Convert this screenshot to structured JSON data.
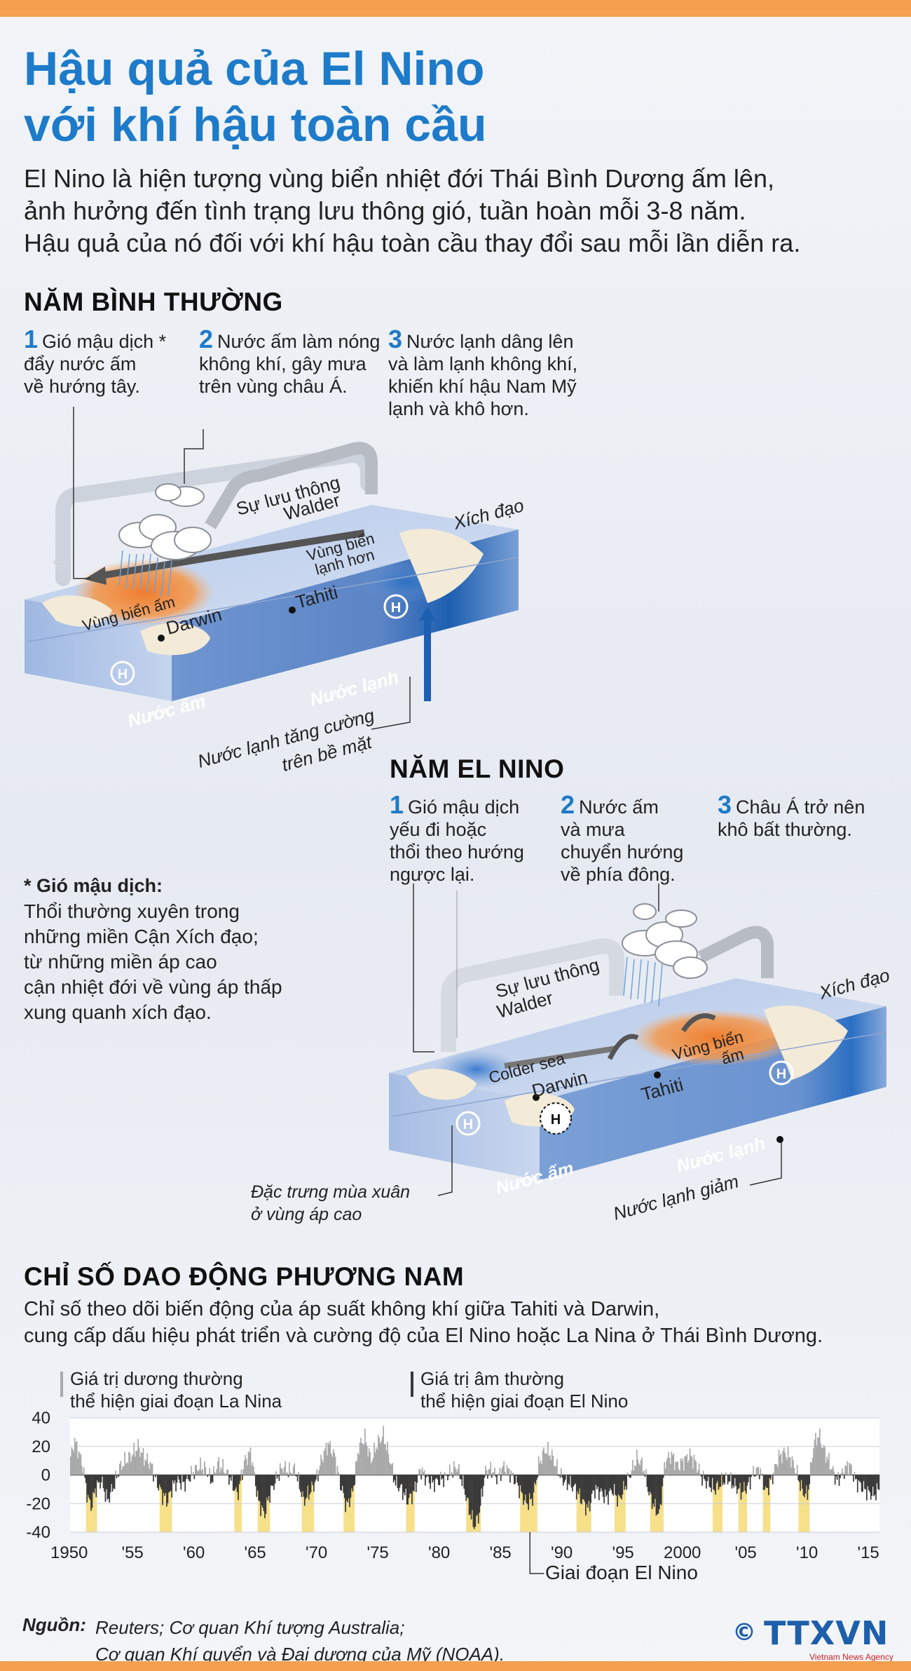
{
  "header": {
    "title_line1": "Hậu quả của El Nino",
    "title_line2": "với khí hậu toàn cầu",
    "intro": [
      "El Nino là hiện tượng vùng biển nhiệt đới Thái Bình Dương ấm lên,",
      "ảnh hưởng đến tình trạng lưu thông gió, tuần hoàn mỗi 3-8 năm.",
      "Hậu quả của nó đối với khí hậu toàn cầu thay đổi sau mỗi lần diễn ra."
    ]
  },
  "normal": {
    "title": "NĂM BÌNH THƯỜNG",
    "steps": [
      {
        "num": "1",
        "lines": [
          "Gió mậu dịch *",
          "đẩy nước ấm",
          "về hướng tây."
        ]
      },
      {
        "num": "2",
        "lines": [
          "Nước ấm làm nóng",
          "không khí, gây mưa",
          "trên vùng châu Á."
        ]
      },
      {
        "num": "3",
        "lines": [
          "Nước lạnh dâng lên",
          "và làm lạnh không khí,",
          "khiến khí hậu Nam Mỹ",
          "lạnh và khô hơn."
        ]
      }
    ],
    "labels": {
      "walker_1": "Sự lưu thông",
      "walker_2": "Walder",
      "equator": "Xích đạo",
      "cold_area_1": "Vùng biển",
      "cold_area_2": "lạnh hơn",
      "warm_area": "Vùng biển ấm",
      "darwin": "Darwin",
      "tahiti": "Tahiti",
      "warm_water": "Nước ấm",
      "cold_water": "Nước lạnh",
      "upwelling_1": "Nước lạnh tăng cường",
      "upwelling_2": "trên bề mặt",
      "high": "H"
    }
  },
  "elnino": {
    "title": "NĂM EL NINO",
    "steps": [
      {
        "num": "1",
        "lines": [
          "Gió mậu dịch",
          "yếu đi hoặc",
          "thổi theo hướng",
          "ngược lại."
        ]
      },
      {
        "num": "2",
        "lines": [
          "Nước ấm",
          "và mưa",
          "chuyển hướng",
          "về phía đông."
        ]
      },
      {
        "num": "3",
        "lines": [
          "Châu Á trở nên",
          "khô bất thường."
        ]
      }
    ],
    "labels": {
      "walker_1": "Sự lưu thông",
      "walker_2": "Walder",
      "equator": "Xích đạo",
      "colder_sea": "Colder sea",
      "warm_area_1": "Vùng biển",
      "warm_area_2": "ấm",
      "darwin": "Darwin",
      "tahiti": "Tahiti",
      "warm_water": "Nước ấm",
      "cold_water": "Nước lạnh",
      "cold_reduced": "Nước lạnh giảm",
      "spring_1": "Đặc trưng mùa xuân",
      "spring_2": "ở vùng áp cao",
      "high": "H"
    }
  },
  "footnote": {
    "title": "* Gió mậu dịch:",
    "lines": [
      "Thổi thường xuyên trong",
      "những miền Cận Xích đạo;",
      "từ những miền áp cao",
      "cận nhiệt đới về vùng áp thấp",
      "xung quanh xích đạo."
    ]
  },
  "soi": {
    "title": "CHỈ SỐ DAO ĐỘNG PHƯƠNG NAM",
    "subtitle": [
      "Chỉ số theo dõi biến động của áp suất không khí giữa Tahiti và Darwin,",
      "cung cấp dấu hiệu phát triển và cường độ của El Nino hoặc La Nina ở Thái Bình Dương."
    ],
    "legend_positive": [
      "Giá trị dương thường",
      "thể hiện giai đoạn La Nina"
    ],
    "legend_negative": [
      "Giá trị âm thường",
      "thể hiện giai đoạn El Nino"
    ],
    "elnino_label": "Giai đoạn El Nino"
  },
  "chart_data": {
    "type": "bar",
    "title": "CHỈ SỐ DAO ĐỘNG PHƯƠNG NAM",
    "ylim": [
      -40,
      40
    ],
    "xlim": [
      1950,
      2016
    ],
    "yticks": [
      40,
      20,
      0,
      -20,
      -40
    ],
    "xticks": [
      {
        "year": 1950,
        "label": "1950"
      },
      {
        "year": 1955,
        "label": "'55"
      },
      {
        "year": 1960,
        "label": "'60"
      },
      {
        "year": 1965,
        "label": "'65"
      },
      {
        "year": 1970,
        "label": "'70"
      },
      {
        "year": 1975,
        "label": "'75"
      },
      {
        "year": 1980,
        "label": "'80"
      },
      {
        "year": 1985,
        "label": "'85"
      },
      {
        "year": 1990,
        "label": "'90"
      },
      {
        "year": 1995,
        "label": "'95"
      },
      {
        "year": 2000,
        "label": "2000"
      },
      {
        "year": 2005,
        "label": "'05"
      },
      {
        "year": 2010,
        "label": "'10"
      },
      {
        "year": 2015,
        "label": "'15"
      }
    ],
    "positive_color": "#a9a9a9",
    "negative_color": "#3a3a3a",
    "elnino_band_color": "#f6e08a",
    "elnino_periods": [
      [
        1951.3,
        1952.2
      ],
      [
        1957.3,
        1958.3
      ],
      [
        1963.4,
        1964.0
      ],
      [
        1965.3,
        1966.3
      ],
      [
        1968.9,
        1969.9
      ],
      [
        1972.3,
        1973.2
      ],
      [
        1977.4,
        1978.1
      ],
      [
        1982.3,
        1983.5
      ],
      [
        1986.7,
        1988.1
      ],
      [
        1991.3,
        1992.5
      ],
      [
        1994.4,
        1995.3
      ],
      [
        1997.3,
        1998.4
      ],
      [
        2002.4,
        2003.2
      ],
      [
        2004.5,
        2005.2
      ],
      [
        2006.5,
        2007.1
      ],
      [
        2009.4,
        2010.3
      ]
    ],
    "series": [
      {
        "name": "",
        "points": [
          [
            1950.0,
            12
          ],
          [
            1950.3,
            24
          ],
          [
            1950.6,
            18
          ],
          [
            1951.0,
            6
          ],
          [
            1951.4,
            -16
          ],
          [
            1951.7,
            -22
          ],
          [
            1952.0,
            -10
          ],
          [
            1952.5,
            -4
          ],
          [
            1953.0,
            -18
          ],
          [
            1953.5,
            -8
          ],
          [
            1954.0,
            5
          ],
          [
            1954.5,
            10
          ],
          [
            1955.0,
            14
          ],
          [
            1955.5,
            20
          ],
          [
            1956.0,
            12
          ],
          [
            1956.5,
            8
          ],
          [
            1957.0,
            -4
          ],
          [
            1957.5,
            -14
          ],
          [
            1957.9,
            -18
          ],
          [
            1958.3,
            -8
          ],
          [
            1958.8,
            -4
          ],
          [
            1959.3,
            -6
          ],
          [
            1960.0,
            2
          ],
          [
            1960.5,
            6
          ],
          [
            1961.0,
            4
          ],
          [
            1961.5,
            -4
          ],
          [
            1962.0,
            8
          ],
          [
            1962.5,
            4
          ],
          [
            1963.0,
            -2
          ],
          [
            1963.6,
            -14
          ],
          [
            1964.2,
            10
          ],
          [
            1964.7,
            16
          ],
          [
            1965.3,
            -18
          ],
          [
            1965.8,
            -28
          ],
          [
            1966.2,
            -14
          ],
          [
            1966.8,
            -2
          ],
          [
            1967.3,
            6
          ],
          [
            1967.8,
            2
          ],
          [
            1968.3,
            4
          ],
          [
            1969.0,
            -18
          ],
          [
            1969.5,
            -12
          ],
          [
            1970.0,
            -4
          ],
          [
            1970.5,
            12
          ],
          [
            1971.0,
            22
          ],
          [
            1971.5,
            14
          ],
          [
            1972.0,
            -6
          ],
          [
            1972.5,
            -22
          ],
          [
            1973.0,
            -12
          ],
          [
            1973.5,
            20
          ],
          [
            1974.0,
            26
          ],
          [
            1974.5,
            10
          ],
          [
            1975.0,
            22
          ],
          [
            1975.5,
            28
          ],
          [
            1976.0,
            12
          ],
          [
            1976.5,
            -6
          ],
          [
            1977.0,
            -10
          ],
          [
            1977.5,
            -18
          ],
          [
            1978.0,
            -12
          ],
          [
            1978.5,
            4
          ],
          [
            1979.0,
            -2
          ],
          [
            1979.5,
            -6
          ],
          [
            1980.0,
            -4
          ],
          [
            1980.5,
            -2
          ],
          [
            1981.0,
            2
          ],
          [
            1981.5,
            6
          ],
          [
            1982.0,
            -6
          ],
          [
            1982.5,
            -24
          ],
          [
            1982.9,
            -36
          ],
          [
            1983.3,
            -28
          ],
          [
            1983.8,
            2
          ],
          [
            1984.3,
            4
          ],
          [
            1984.8,
            -2
          ],
          [
            1985.3,
            6
          ],
          [
            1985.8,
            2
          ],
          [
            1986.3,
            -4
          ],
          [
            1986.8,
            -14
          ],
          [
            1987.2,
            -20
          ],
          [
            1987.7,
            -16
          ],
          [
            1988.2,
            8
          ],
          [
            1988.7,
            18
          ],
          [
            1989.2,
            14
          ],
          [
            1989.7,
            4
          ],
          [
            1990.2,
            -4
          ],
          [
            1990.7,
            -6
          ],
          [
            1991.2,
            -10
          ],
          [
            1991.7,
            -18
          ],
          [
            1992.2,
            -24
          ],
          [
            1992.7,
            -10
          ],
          [
            1993.2,
            -12
          ],
          [
            1993.7,
            -16
          ],
          [
            1994.2,
            -10
          ],
          [
            1994.7,
            -18
          ],
          [
            1995.2,
            -8
          ],
          [
            1995.7,
            2
          ],
          [
            1996.2,
            12
          ],
          [
            1996.7,
            6
          ],
          [
            1997.2,
            -14
          ],
          [
            1997.6,
            -22
          ],
          [
            1998.0,
            -28
          ],
          [
            1998.5,
            10
          ],
          [
            1999.0,
            14
          ],
          [
            1999.5,
            6
          ],
          [
            2000.0,
            10
          ],
          [
            2000.5,
            14
          ],
          [
            2001.0,
            8
          ],
          [
            2001.5,
            -2
          ],
          [
            2002.0,
            -6
          ],
          [
            2002.5,
            -10
          ],
          [
            2003.0,
            -6
          ],
          [
            2003.5,
            -2
          ],
          [
            2004.0,
            -6
          ],
          [
            2004.7,
            -12
          ],
          [
            2005.2,
            -8
          ],
          [
            2005.7,
            2
          ],
          [
            2006.2,
            4
          ],
          [
            2006.7,
            -12
          ],
          [
            2007.2,
            -2
          ],
          [
            2007.7,
            12
          ],
          [
            2008.2,
            16
          ],
          [
            2008.7,
            12
          ],
          [
            2009.2,
            2
          ],
          [
            2009.7,
            -12
          ],
          [
            2010.1,
            -14
          ],
          [
            2010.6,
            22
          ],
          [
            2011.0,
            28
          ],
          [
            2011.5,
            16
          ],
          [
            2012.0,
            6
          ],
          [
            2012.5,
            -4
          ],
          [
            2013.0,
            2
          ],
          [
            2013.5,
            8
          ],
          [
            2014.0,
            -4
          ],
          [
            2014.5,
            -8
          ],
          [
            2015.0,
            -12
          ],
          [
            2015.5,
            -14
          ],
          [
            2015.9,
            -10
          ]
        ]
      }
    ]
  },
  "source": {
    "label": "Nguồn:",
    "line1": "Reuters; Cơ quan Khí tượng Australia;",
    "line2": "Cơ quan Khí quyển và Đại dương của Mỹ (NOAA)."
  },
  "logo": {
    "copyright": "©",
    "name": "TTXVN",
    "tagline": "Vietnam News Agency"
  }
}
